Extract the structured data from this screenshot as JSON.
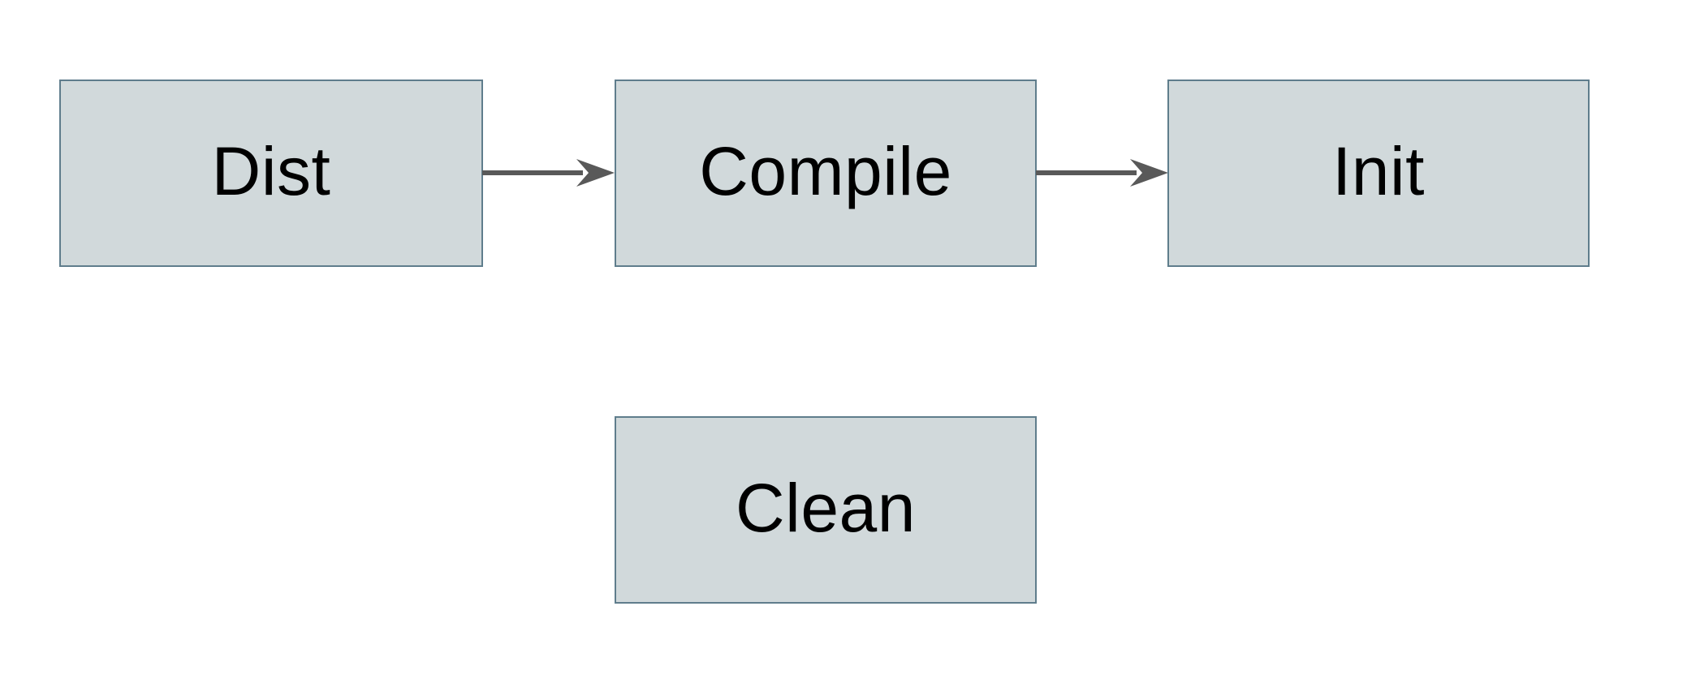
{
  "diagram": {
    "type": "flowchart",
    "colors": {
      "background": "#ffffff",
      "node_fill": "#d1d9db",
      "node_border": "#5f7d8c",
      "arrow_color": "#595959",
      "text_color": "#000000"
    },
    "nodes": [
      {
        "id": "dist",
        "label": "Dist"
      },
      {
        "id": "compile",
        "label": "Compile"
      },
      {
        "id": "init",
        "label": "Init"
      },
      {
        "id": "clean",
        "label": "Clean"
      }
    ],
    "edges": [
      {
        "from": "dist",
        "to": "compile",
        "style": "solid-arrow"
      },
      {
        "from": "compile",
        "to": "init",
        "style": "solid-arrow"
      }
    ]
  }
}
